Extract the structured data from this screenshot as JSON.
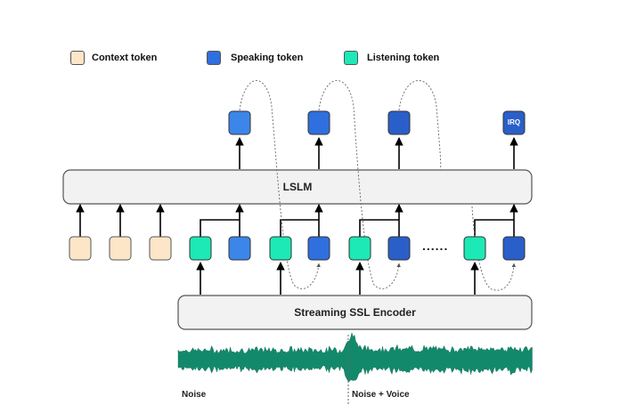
{
  "legend": {
    "context": {
      "label": "Context token",
      "color": "#fde5c8"
    },
    "speaking": {
      "label": "Speaking token",
      "color": "#2f6fde"
    },
    "listening": {
      "label": "Listening token",
      "color": "#1de9b6"
    }
  },
  "lslm": {
    "label": "LSLM"
  },
  "encoder": {
    "label": "Streaming SSL Encoder"
  },
  "irq": {
    "label": "IRQ"
  },
  "ellipsis": "......",
  "waveform": {
    "color": "#13896b",
    "left_caption": "Noise",
    "right_caption": "Noise + Voice"
  }
}
